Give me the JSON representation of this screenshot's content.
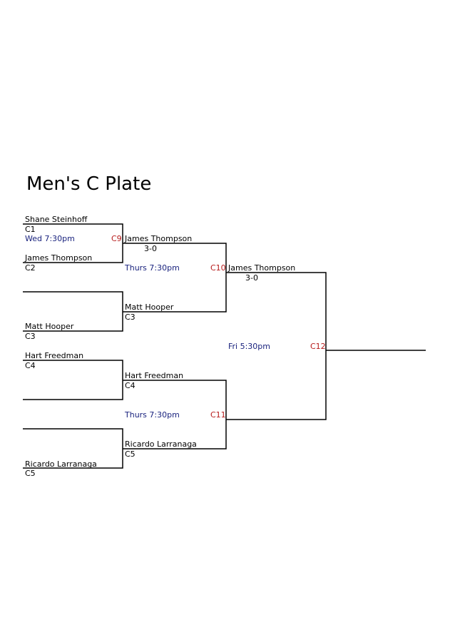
{
  "title": "Men's C Plate",
  "round1": {
    "m1_top_name": "Shane Steinhoff",
    "m1_top_seed": "C1",
    "m1_time": "Wed 7:30pm",
    "m1_code": "C9",
    "m1_bottom_name": "James Thompson",
    "m1_bottom_seed": "C2",
    "m2_bottom_name": "Matt Hooper",
    "m2_bottom_seed": "C3",
    "m3_top_name": "Hart Freedman",
    "m3_top_seed": "C4",
    "m4_bottom_name": "Ricardo Larranaga",
    "m4_bottom_seed": "C5"
  },
  "round2": {
    "s1_name": "James Thompson",
    "s1_score": "3-0",
    "s1_time": "Thurs 7:30pm",
    "s1_code": "C10",
    "s2_name": "Matt Hooper",
    "s2_seed": "C3",
    "s3_name": "Hart Freedman",
    "s3_seed": "C4",
    "s3_time": "Thurs 7:30pm",
    "s3_code": "C11",
    "s4_name": "Ricardo Larranaga",
    "s4_seed": "C5"
  },
  "round3": {
    "f1_name": "James Thompson",
    "f1_score": "3-0",
    "f1_time": "Fri 5:30pm",
    "f1_code": "C12"
  }
}
